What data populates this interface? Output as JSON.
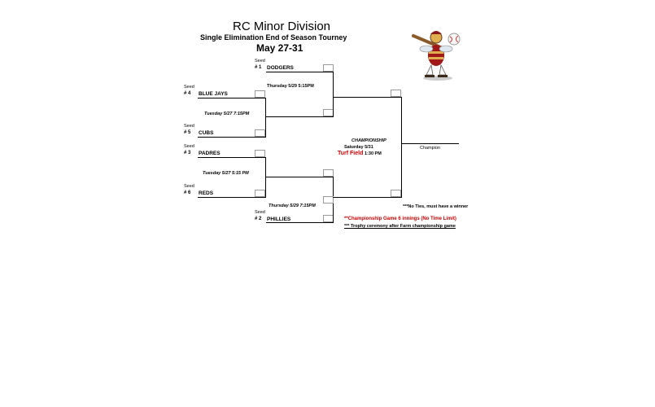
{
  "header": {
    "title": "RC Minor Division",
    "subtitle": "Single Elimination End of Season Tourney",
    "dates": "May 27-31"
  },
  "teams": {
    "dodgers": {
      "seed_label": "Seed",
      "seed": "# 1",
      "name": "DODGERS"
    },
    "bluejays": {
      "seed_label": "Seed",
      "seed": "# 4",
      "name": "BLUE JAYS"
    },
    "cubs": {
      "seed_label": "Seed",
      "seed": "# 5",
      "name": "CUBS"
    },
    "padres": {
      "seed_label": "Seed",
      "seed": "# 3",
      "name": "PADRES"
    },
    "reds": {
      "seed_label": "Seed",
      "seed": "# 6",
      "name": "REDS"
    },
    "phillies": {
      "seed_label": "Seed",
      "seed": "# 2",
      "name": "PHILLIES"
    }
  },
  "games": {
    "game1": "Tuesday 5/27 7:15PM",
    "game2": "Tuesday 5/27 5:15 PM",
    "semi_top": "Thursday 5/29 5:15PM",
    "semi_bottom": "Thursday 5/29 7:15PM"
  },
  "championship": {
    "label": "CHAMPIONSHIP",
    "date": "Saturday 5/31",
    "field": "Turf Field",
    "time": "1:30 PM",
    "champion_label": "Champion"
  },
  "notes": {
    "no_ties": "***No Ties, must have a winner",
    "innings": "**Championship Game  6 innings (No Time Limit)",
    "trophy": "*** Trophy ceremony after Farm championship game"
  },
  "colors": {
    "accent": "#cc0000",
    "box_border": "#9a9a9a"
  },
  "mascot_icon": "baseball-bee-mascot-icon"
}
